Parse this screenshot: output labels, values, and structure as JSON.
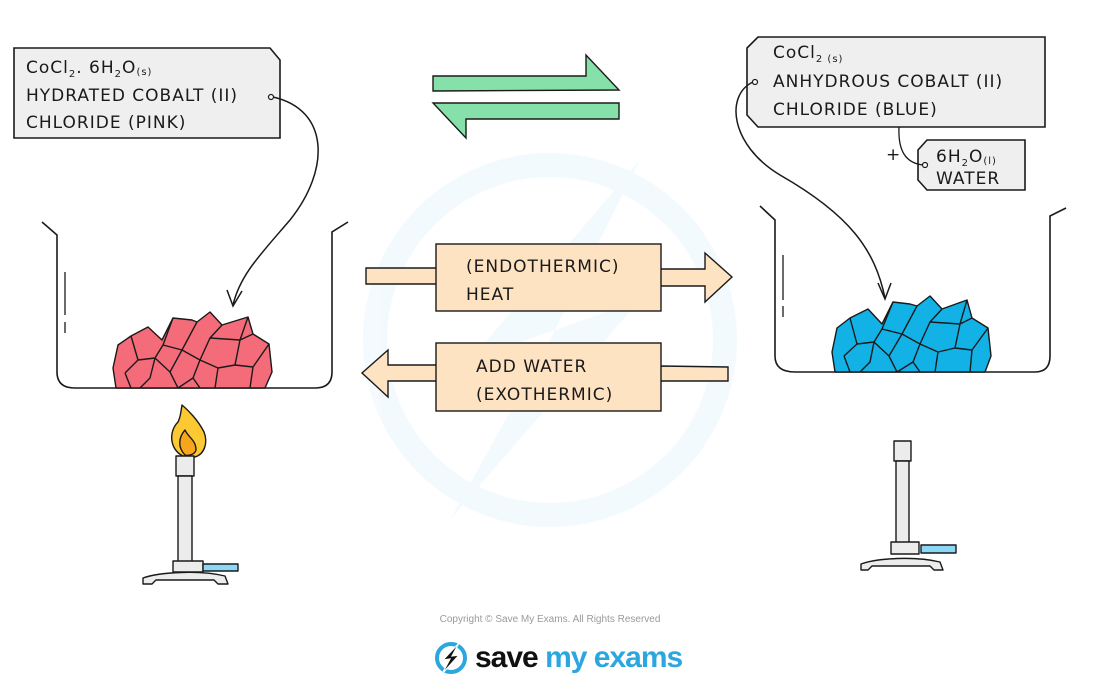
{
  "left_label": {
    "formula": "CoCl",
    "formula_sub": "2",
    "formula_rest": ". 6H",
    "formula_h_sub": "2",
    "formula_o": "O",
    "formula_state": "(s)",
    "line2": "HYDRATED  COBALT  (II)",
    "line3": "CHLORIDE  (PINK)"
  },
  "right_label": {
    "formula": "CoCl",
    "formula_sub": "2 (s)",
    "line2": "ANHYDROUS  COBALT  (II)",
    "line3": "CHLORIDE  (BLUE)"
  },
  "water_label": {
    "plus": "+",
    "formula": "6H",
    "formula_h_sub": "2",
    "formula_o": "O",
    "formula_state": "(l)",
    "line2": "WATER"
  },
  "forward_arrow": {
    "line1": "(ENDOTHERMIC)",
    "line2": "HEAT"
  },
  "reverse_arrow": {
    "line1": "ADD  WATER",
    "line2": "(EXOTHERMIC)"
  },
  "colors": {
    "pink_crystals": "#f46b7a",
    "blue_crystals": "#12b2e6",
    "equilibrium_arrows": "#86e0a9",
    "process_arrows": "#fde3c2",
    "label_fill": "#efefef",
    "burner_body": "#ececec",
    "burner_valve": "#8ad8f5",
    "flame_outer": "#fcc932",
    "flame_inner": "#f7a51b"
  },
  "footer": {
    "copyright": "Copyright © Save My Exams. All Rights Reserved",
    "brand_save": "save",
    "brand_my": "my",
    "brand_exams": "exams"
  }
}
